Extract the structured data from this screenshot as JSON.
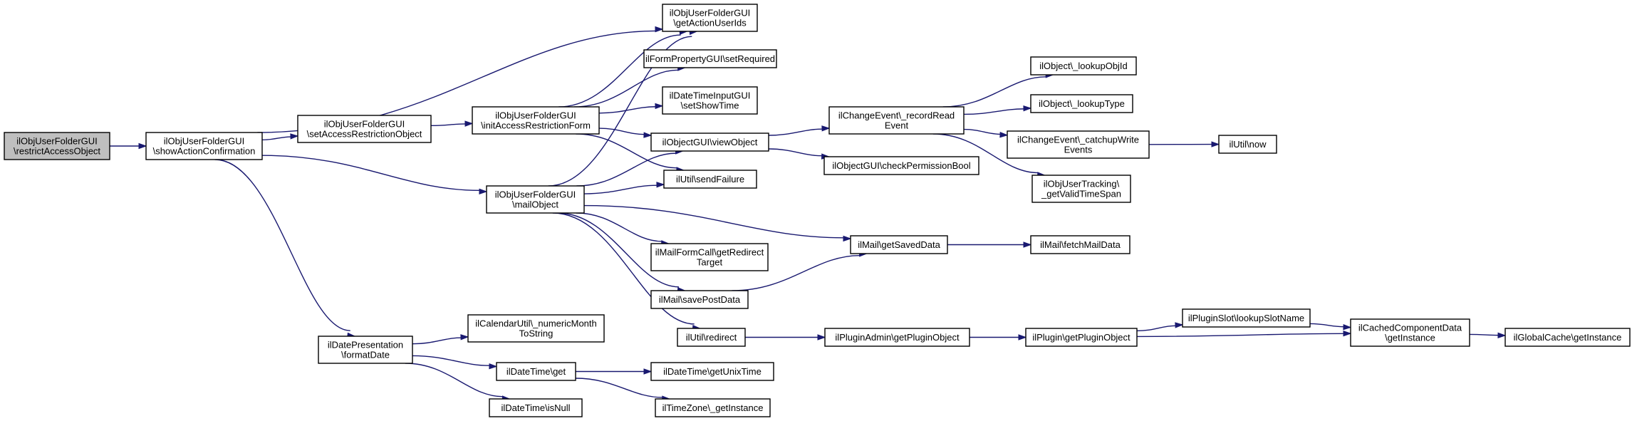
{
  "nodes": [
    {
      "id": "root",
      "lines": [
        "ilObjUserFolderGUI",
        "\\restrictAccessObject"
      ]
    },
    {
      "id": "showAction",
      "lines": [
        "ilObjUserFolderGUI",
        "\\showActionConfirmation"
      ]
    },
    {
      "id": "setAccess",
      "lines": [
        "ilObjUserFolderGUI",
        "\\setAccessRestrictionObject"
      ]
    },
    {
      "id": "initAccess",
      "lines": [
        "ilObjUserFolderGUI",
        "\\initAccessRestrictionForm"
      ]
    },
    {
      "id": "getActionUserIds",
      "lines": [
        "ilObjUserFolderGUI",
        "\\getActionUserIds"
      ]
    },
    {
      "id": "setRequired",
      "lines": [
        "ilFormPropertyGUI\\setRequired"
      ]
    },
    {
      "id": "setShowTime",
      "lines": [
        "ilDateTimeInputGUI",
        "\\setShowTime"
      ]
    },
    {
      "id": "viewObject",
      "lines": [
        "ilObjectGUI\\viewObject"
      ]
    },
    {
      "id": "sendFailure",
      "lines": [
        "ilUtil\\sendFailure"
      ]
    },
    {
      "id": "mailObject",
      "lines": [
        "ilObjUserFolderGUI",
        "\\mailObject"
      ]
    },
    {
      "id": "recordRead",
      "lines": [
        "ilChangeEvent\\_recordRead",
        "Event"
      ]
    },
    {
      "id": "checkPerm",
      "lines": [
        "ilObjectGUI\\checkPermissionBool"
      ]
    },
    {
      "id": "lookupObjId",
      "lines": [
        "ilObject\\_lookupObjId"
      ]
    },
    {
      "id": "lookupType",
      "lines": [
        "ilObject\\_lookupType"
      ]
    },
    {
      "id": "catchup",
      "lines": [
        "ilChangeEvent\\_catchupWrite",
        "Events"
      ]
    },
    {
      "id": "now",
      "lines": [
        "ilUtil\\now"
      ]
    },
    {
      "id": "validTime",
      "lines": [
        "ilObjUserTracking\\",
        "_getValidTimeSpan"
      ]
    },
    {
      "id": "getSavedData",
      "lines": [
        "ilMail\\getSavedData"
      ]
    },
    {
      "id": "fetchMail",
      "lines": [
        "ilMail\\fetchMailData"
      ]
    },
    {
      "id": "getRedirect",
      "lines": [
        "ilMailFormCall\\getRedirect",
        "Target"
      ]
    },
    {
      "id": "savePost",
      "lines": [
        "ilMail\\savePostData"
      ]
    },
    {
      "id": "redirect",
      "lines": [
        "ilUtil\\redirect"
      ]
    },
    {
      "id": "pluginAdmin",
      "lines": [
        "ilPluginAdmin\\getPluginObject"
      ]
    },
    {
      "id": "plugin",
      "lines": [
        "ilPlugin\\getPluginObject"
      ]
    },
    {
      "id": "pluginSlot",
      "lines": [
        "ilPluginSlot\\lookupSlotName"
      ]
    },
    {
      "id": "cached",
      "lines": [
        "ilCachedComponentData",
        "\\getInstance"
      ]
    },
    {
      "id": "globalCache",
      "lines": [
        "ilGlobalCache\\getInstance"
      ]
    },
    {
      "id": "formatDate",
      "lines": [
        "ilDatePresentation",
        "\\formatDate"
      ]
    },
    {
      "id": "numericMonth",
      "lines": [
        "ilCalendarUtil\\_numericMonth",
        "ToString"
      ]
    },
    {
      "id": "dtGet",
      "lines": [
        "ilDateTime\\get"
      ]
    },
    {
      "id": "isNull",
      "lines": [
        "ilDateTime\\isNull"
      ]
    },
    {
      "id": "unixTime",
      "lines": [
        "ilDateTime\\getUnixTime"
      ]
    },
    {
      "id": "tzInstance",
      "lines": [
        "ilTimeZone\\_getInstance"
      ]
    }
  ],
  "edges": [
    {
      "from": "root",
      "to": "showAction"
    },
    {
      "from": "showAction",
      "to": "getActionUserIds"
    },
    {
      "from": "showAction",
      "to": "setAccess"
    },
    {
      "from": "showAction",
      "to": "mailObject"
    },
    {
      "from": "showAction",
      "to": "formatDate"
    },
    {
      "from": "setAccess",
      "to": "initAccess"
    },
    {
      "from": "initAccess",
      "to": "getActionUserIds"
    },
    {
      "from": "initAccess",
      "to": "setRequired"
    },
    {
      "from": "initAccess",
      "to": "setShowTime"
    },
    {
      "from": "initAccess",
      "to": "viewObject"
    },
    {
      "from": "initAccess",
      "to": "sendFailure"
    },
    {
      "from": "mailObject",
      "to": "getActionUserIds"
    },
    {
      "from": "mailObject",
      "to": "viewObject"
    },
    {
      "from": "mailObject",
      "to": "sendFailure"
    },
    {
      "from": "mailObject",
      "to": "getSavedData"
    },
    {
      "from": "mailObject",
      "to": "getRedirect"
    },
    {
      "from": "mailObject",
      "to": "savePost"
    },
    {
      "from": "mailObject",
      "to": "redirect"
    },
    {
      "from": "viewObject",
      "to": "recordRead"
    },
    {
      "from": "viewObject",
      "to": "checkPerm"
    },
    {
      "from": "recordRead",
      "to": "lookupObjId"
    },
    {
      "from": "recordRead",
      "to": "lookupType"
    },
    {
      "from": "recordRead",
      "to": "catchup"
    },
    {
      "from": "recordRead",
      "to": "validTime"
    },
    {
      "from": "catchup",
      "to": "now"
    },
    {
      "from": "getSavedData",
      "to": "fetchMail"
    },
    {
      "from": "savePost",
      "to": "getSavedData"
    },
    {
      "from": "redirect",
      "to": "pluginAdmin"
    },
    {
      "from": "pluginAdmin",
      "to": "plugin"
    },
    {
      "from": "plugin",
      "to": "pluginSlot"
    },
    {
      "from": "plugin",
      "to": "cached"
    },
    {
      "from": "pluginSlot",
      "to": "cached"
    },
    {
      "from": "cached",
      "to": "globalCache"
    },
    {
      "from": "formatDate",
      "to": "numericMonth"
    },
    {
      "from": "formatDate",
      "to": "dtGet"
    },
    {
      "from": "formatDate",
      "to": "isNull"
    },
    {
      "from": "dtGet",
      "to": "unixTime"
    },
    {
      "from": "dtGet",
      "to": "tzInstance"
    }
  ]
}
